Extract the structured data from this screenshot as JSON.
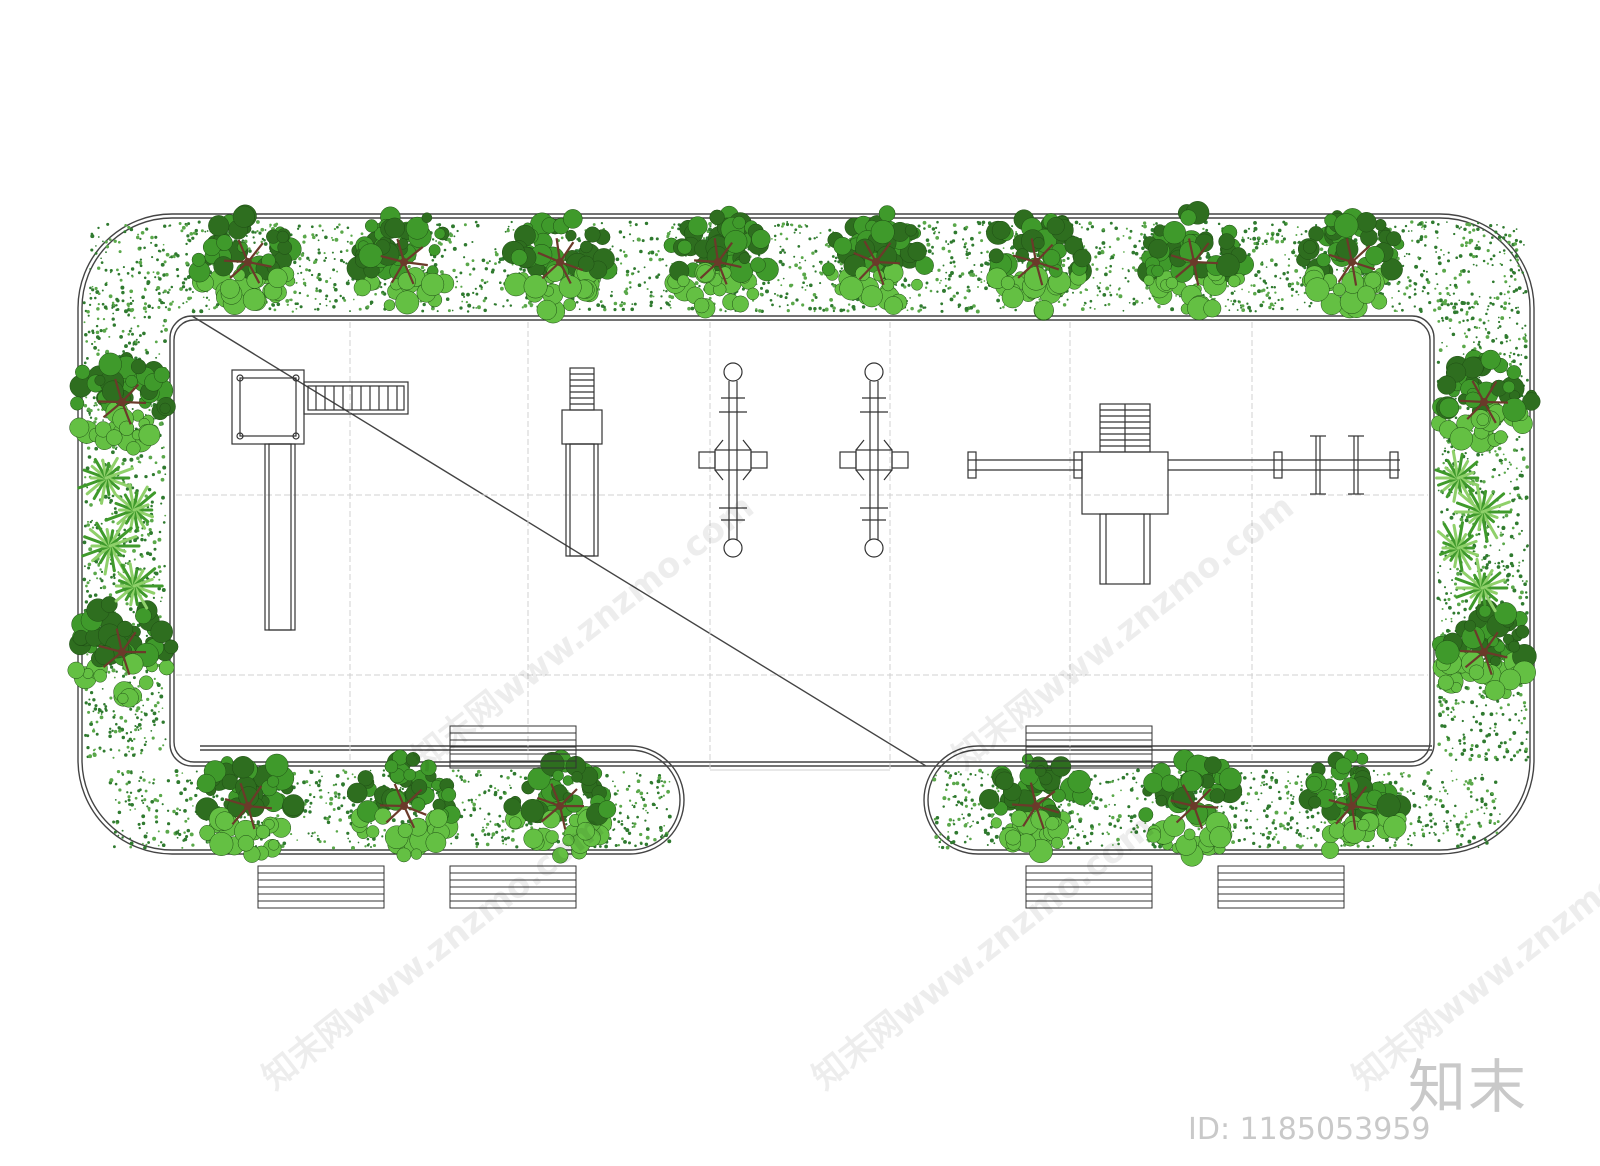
{
  "colors": {
    "line": "#333333",
    "tile_line": "#cfcfcf",
    "planter_dot_dark": "#2f7a2f",
    "planter_dot_light": "#5aa84a",
    "tree_dark": "#2e6e1f",
    "tree_mid": "#3f9a2b",
    "tree_light": "#64c043",
    "trunk": "#6b3a2a",
    "shrub": "#8fd06a",
    "watermark": "#c9c9c9"
  },
  "equipment": [
    "tower-slide",
    "ladder-slide",
    "seesaw",
    "seesaw",
    "play-structure-with-monkey-bars"
  ],
  "watermark": {
    "logo": "知末",
    "id": "ID: 1185053959",
    "diagonal": "知末网www.znzmo.com"
  }
}
